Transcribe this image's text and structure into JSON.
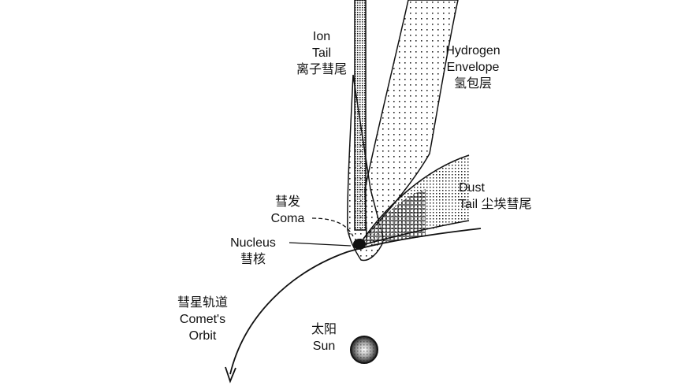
{
  "labels": {
    "ion_tail": [
      "Ion",
      "Tail",
      "离子彗尾"
    ],
    "hydrogen": [
      "Hydrogen",
      "Envelope",
      "氢包层"
    ],
    "dust": [
      "Dust",
      "Tail 尘埃彗尾"
    ],
    "coma": [
      "彗发",
      "Coma"
    ],
    "nucleus": [
      "Nucleus",
      "彗核"
    ],
    "orbit": [
      "彗星轨道",
      "Comet's",
      "Orbit"
    ],
    "sun": [
      "太阳",
      "Sun"
    ]
  },
  "colors": {
    "line": "#111111",
    "background": "#ffffff"
  }
}
